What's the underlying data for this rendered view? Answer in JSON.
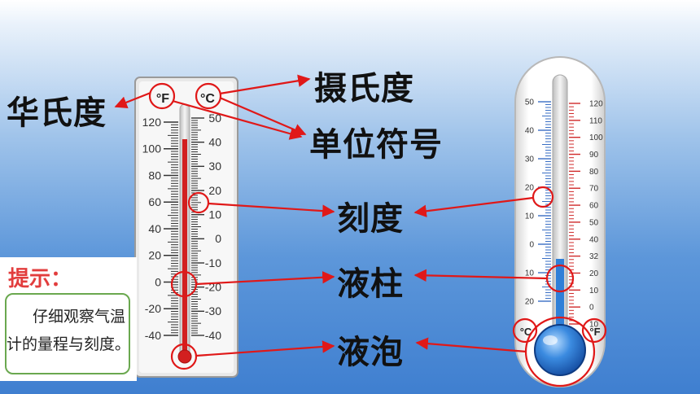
{
  "labels": {
    "fahrenheit": "华氏度",
    "celsius": "摄氏度",
    "unit_symbol": "单位符号",
    "scale": "刻度",
    "liquid_column": "液柱",
    "bulb": "液泡"
  },
  "left_thermometer": {
    "unit_f": "°F",
    "unit_c": "°C",
    "f_ticks": [
      "120",
      "100",
      "80",
      "60",
      "40",
      "20",
      "0",
      "-20",
      "-40"
    ],
    "c_ticks": [
      "50",
      "40",
      "30",
      "20",
      "10",
      "0",
      "-10",
      "-20",
      "-30",
      "-40"
    ],
    "liquid_color": "#d21f1f"
  },
  "right_thermometer": {
    "unit_c": "°C",
    "unit_f": "°F",
    "c_ticks": [
      "50",
      "40",
      "30",
      "20",
      "10",
      "0",
      "10",
      "20"
    ],
    "f_ticks": [
      "120",
      "110",
      "100",
      "90",
      "80",
      "70",
      "60",
      "50",
      "40",
      "32",
      "20",
      "10",
      "0",
      "10"
    ],
    "liquid_color": "#2f7fd8"
  },
  "tip": {
    "title": "提示：",
    "line1": "仔细观察气温",
    "line2": "计的量程与刻度。"
  },
  "colors": {
    "annotation": "#e01818",
    "background_top": "#eaf2fb",
    "background_bottom": "#3f7fd0"
  }
}
